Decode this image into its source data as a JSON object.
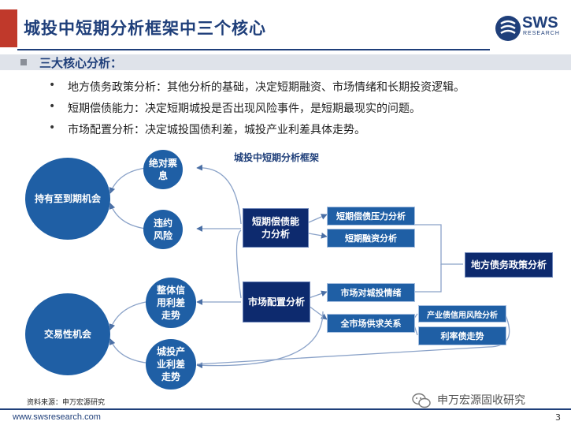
{
  "header": {
    "title": "城投中短期分析框架中三个核心",
    "logo_text": "SWS",
    "logo_sub": "RESEARCH",
    "accent_color": "#c0392b",
    "brand_color": "#1f3f7a"
  },
  "section": {
    "heading": "三大核心分析：",
    "bullets": [
      "地方债务政策分析：其他分析的基础，决定短期融资、市场情绪和长期投资逻辑。",
      "短期偿债能力：决定短期城投是否出现风险事件，是短期最现实的问题。",
      "市场配置分析：决定城投国债利差，城投产业利差具体走势。"
    ]
  },
  "diagram": {
    "title": "城投中短期分析框架",
    "circles": {
      "hold": "持有至到期机会",
      "trade": "交易性机会",
      "absolute": "绝对票息",
      "default": "违约风险",
      "overall_spread": "整体信用利差走势",
      "industry_spread": "城投产业利差走势"
    },
    "boxes": {
      "solvency": "短期偿债能力分析",
      "market": "市场配置分析",
      "policy": "地方债务政策分析",
      "pressure": "短期偿债压力分析",
      "financing": "短期融资分析",
      "sentiment": "市场对城投情绪",
      "supply": "全市场供求关系",
      "industry_risk": "产业债信用风险分析",
      "rate": "利率债走势"
    }
  },
  "footer": {
    "source": "资料来源：申万宏源研究",
    "url": "www.swsresearch.com",
    "page": "3",
    "watermark": "申万宏源固收研究"
  }
}
